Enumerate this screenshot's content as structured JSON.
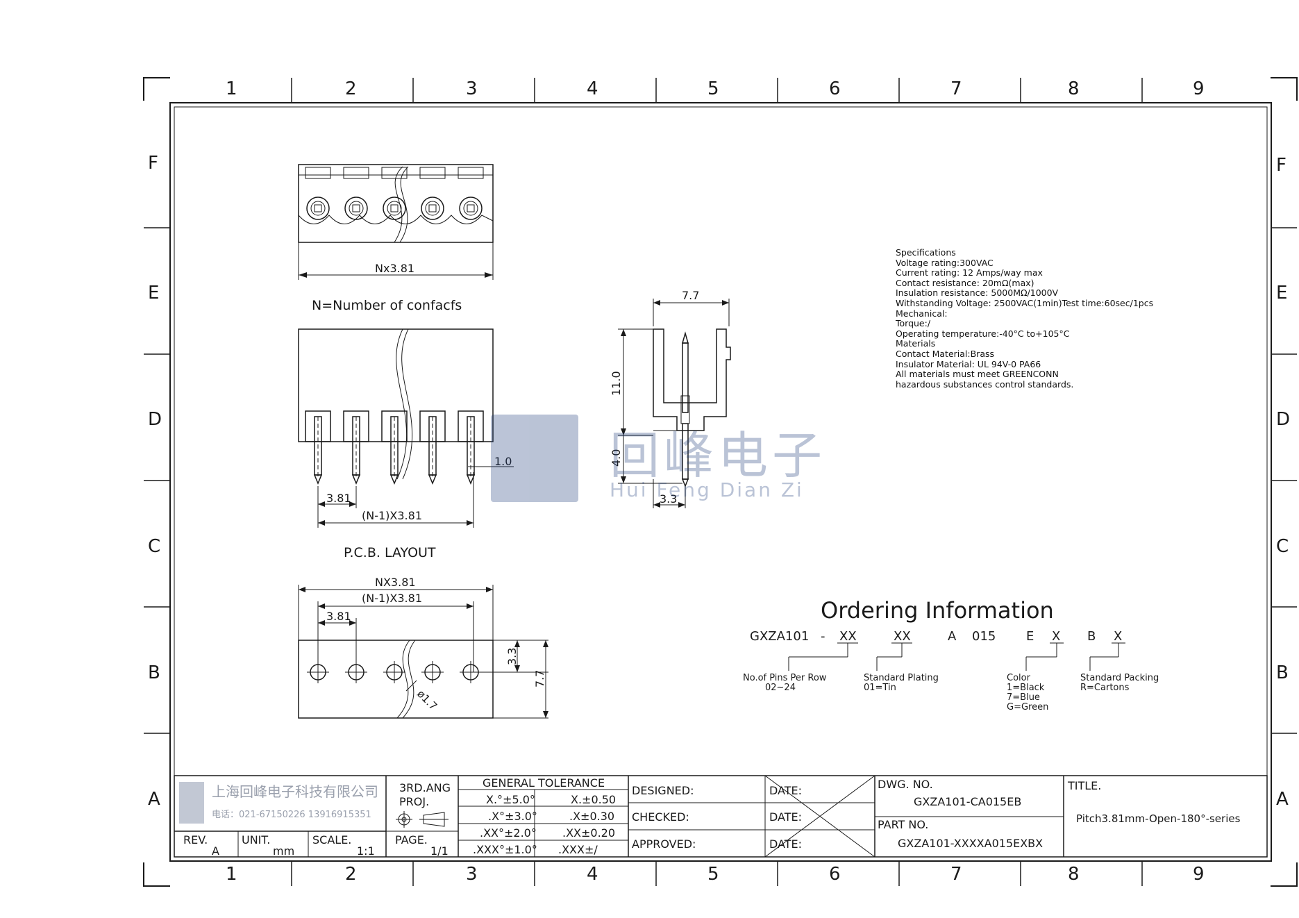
{
  "frame": {
    "columns": [
      "1",
      "2",
      "3",
      "4",
      "5",
      "6",
      "7",
      "8",
      "9"
    ],
    "rows": [
      "F",
      "E",
      "D",
      "C",
      "B",
      "A"
    ]
  },
  "views": {
    "top_dim": "Nx3.81",
    "caption_n": "N=Number of confacfs",
    "pitch_dim": "3.81",
    "span_dim": "(N-1)X3.81",
    "pin_dim": "1.0",
    "pcb_caption": "P.C.B. LAYOUT",
    "pcb_total": "NX3.81",
    "pcb_span": "(N-1)X3.81",
    "pcb_pitch": "3.81",
    "pcb_row": "3.3",
    "pcb_height": "7.7",
    "pcb_hole": "ø1.7",
    "side_width": "7.7",
    "side_height": "11.0",
    "side_pin": "4.0",
    "side_offset": "3.3"
  },
  "watermark": {
    "cn": "回峰电子",
    "en": "Hui Feng Dian Zi"
  },
  "specs": [
    "Specifications",
    "Voltage rating:300VAC",
    "Current rating: 12 Amps/way max",
    "Contact resistance: 20mΩ(max)",
    "Insulation resistance: 5000MΩ/1000V",
    "Withstanding Voltage: 2500VAC(1min)Test time:60sec/1pcs",
    "Mechanical:",
    "Torque:/",
    "Operating temperature:-40°C to+105°C",
    "Materials",
    "Contact Material:Brass",
    "Insulator Material: UL 94V-0 PA66",
    "All materials must meet GREENCONN",
    "hazardous substances control standards."
  ],
  "ordering": {
    "title": "Ordering Information",
    "prefix": "GXZA101",
    "dash": "-",
    "xx1": "XX",
    "xx2": "XX",
    "a": "A",
    "code": "015",
    "e": "E",
    "x1": "X",
    "b": "B",
    "x2": "X",
    "pins_label": "No.of Pins Per Row",
    "pins_value": "02~24",
    "plating_label": "Standard Plating",
    "plating_value": "01=Tin",
    "color_label": "Color",
    "color_values": [
      "1=Black",
      "7=Blue",
      "G=Green"
    ],
    "packing_label": "Standard Packing",
    "packing_value": "R=Cartons"
  },
  "title_block": {
    "company": "上海回峰电子科技有限公司",
    "phone": "电话：021-67150226 13916915351",
    "rev_label": "REV.",
    "rev_value": "A",
    "unit_label": "UNIT.",
    "unit_value": "mm",
    "scale_label": "SCALE.",
    "scale_value": "1:1",
    "proj_label_1": "3RD.ANG",
    "proj_label_2": "PROJ.",
    "page_label": "PAGE.",
    "page_value": "1/1",
    "tolerance_title": "GENERAL TOLERANCE",
    "tolerance": [
      [
        "X.°±5.0°",
        "X.±0.50"
      ],
      [
        ".X°±3.0°",
        ".X±0.30"
      ],
      [
        ".XX°±2.0°",
        ".XX±0.20"
      ],
      [
        ".XXX°±1.0°",
        ".XXX±/"
      ]
    ],
    "designed": "DESIGNED:",
    "checked": "CHECKED:",
    "approved": "APPROVED:",
    "date": "DATE:",
    "dwg_label": "DWG. NO.",
    "dwg_value": "GXZA101-CA015EB",
    "part_label": "PART NO.",
    "part_value": "GXZA101-XXXXA015EXBX",
    "title_label": "TITLE.",
    "title_value": "Pitch3.81mm-Open-180°-series"
  }
}
